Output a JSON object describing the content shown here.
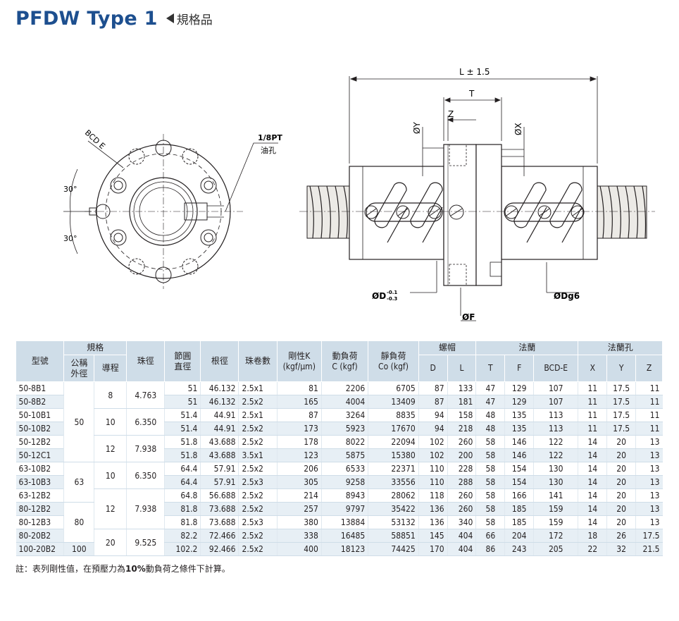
{
  "header": {
    "title": "PFDW Type 1",
    "subtitle": "規格品"
  },
  "drawing": {
    "labels": {
      "length": "L ± 1.5",
      "t": "T",
      "z": "Z",
      "y": "ØY",
      "x": "ØX",
      "bcd": "BCD E",
      "pt": "1/8PT",
      "oil": "油孔",
      "angle_top": "30°",
      "angle_bottom": "30°",
      "d": "ØD",
      "d_tol_upper": "-0.1",
      "d_tol_lower": "-0.3",
      "dg": "ØDg6",
      "f": "ØF"
    }
  },
  "table": {
    "headers": {
      "model": "型號",
      "spec": "規格",
      "nominal_od": "公稱\n外徑",
      "lead": "導程",
      "ball_dia": "珠徑",
      "pcd": "節圓\n直徑",
      "root_dia": "根徑",
      "circuits": "珠卷數",
      "stiffness": "剛性K\n(kgf/μm)",
      "dynamic": "動負荷\nC (kgf)",
      "static": "靜負荷\nCo (kgf)",
      "nut": "螺帽",
      "flange": "法蘭",
      "flange_hole": "法蘭孔",
      "d": "D",
      "l": "L",
      "t": "T",
      "f": "F",
      "bcd_e": "BCD-E",
      "x": "X",
      "y": "Y",
      "z": "Z"
    },
    "group_values": {
      "od_50": "50",
      "od_63": "63",
      "od_80": "80",
      "od_100": "100",
      "lead_8": "8",
      "lead_10a": "10",
      "lead_12a": "12",
      "lead_10b": "10",
      "lead_12b": "12",
      "lead_20": "20",
      "ball_4763": "4.763",
      "ball_6350a": "6.350",
      "ball_7938a": "7.938",
      "ball_6350b": "6.350",
      "ball_7938b": "7.938",
      "ball_9525": "9.525"
    },
    "rows": [
      {
        "model": "50-8B1",
        "pcd": "51",
        "root": "46.132",
        "circ": "2.5x1",
        "k": "81",
        "c": "2206",
        "co": "6705",
        "d": "87",
        "l": "133",
        "t": "47",
        "f": "129",
        "bcd": "107",
        "x": "11",
        "y": "17.5",
        "z": "11"
      },
      {
        "model": "50-8B2",
        "pcd": "51",
        "root": "46.132",
        "circ": "2.5x2",
        "k": "165",
        "c": "4004",
        "co": "13409",
        "d": "87",
        "l": "181",
        "t": "47",
        "f": "129",
        "bcd": "107",
        "x": "11",
        "y": "17.5",
        "z": "11"
      },
      {
        "model": "50-10B1",
        "pcd": "51.4",
        "root": "44.91",
        "circ": "2.5x1",
        "k": "87",
        "c": "3264",
        "co": "8835",
        "d": "94",
        "l": "158",
        "t": "48",
        "f": "135",
        "bcd": "113",
        "x": "11",
        "y": "17.5",
        "z": "11"
      },
      {
        "model": "50-10B2",
        "pcd": "51.4",
        "root": "44.91",
        "circ": "2.5x2",
        "k": "173",
        "c": "5923",
        "co": "17670",
        "d": "94",
        "l": "218",
        "t": "48",
        "f": "135",
        "bcd": "113",
        "x": "11",
        "y": "17.5",
        "z": "11"
      },
      {
        "model": "50-12B2",
        "pcd": "51.8",
        "root": "43.688",
        "circ": "2.5x2",
        "k": "178",
        "c": "8022",
        "co": "22094",
        "d": "102",
        "l": "260",
        "t": "58",
        "f": "146",
        "bcd": "122",
        "x": "14",
        "y": "20",
        "z": "13"
      },
      {
        "model": "50-12C1",
        "pcd": "51.8",
        "root": "43.688",
        "circ": "3.5x1",
        "k": "123",
        "c": "5875",
        "co": "15380",
        "d": "102",
        "l": "200",
        "t": "58",
        "f": "146",
        "bcd": "122",
        "x": "14",
        "y": "20",
        "z": "13"
      },
      {
        "model": "63-10B2",
        "pcd": "64.4",
        "root": "57.91",
        "circ": "2.5x2",
        "k": "206",
        "c": "6533",
        "co": "22371",
        "d": "110",
        "l": "228",
        "t": "58",
        "f": "154",
        "bcd": "130",
        "x": "14",
        "y": "20",
        "z": "13"
      },
      {
        "model": "63-10B3",
        "pcd": "64.4",
        "root": "57.91",
        "circ": "2.5x3",
        "k": "305",
        "c": "9258",
        "co": "33556",
        "d": "110",
        "l": "288",
        "t": "58",
        "f": "154",
        "bcd": "130",
        "x": "14",
        "y": "20",
        "z": "13"
      },
      {
        "model": "63-12B2",
        "pcd": "64.8",
        "root": "56.688",
        "circ": "2.5x2",
        "k": "214",
        "c": "8943",
        "co": "28062",
        "d": "118",
        "l": "260",
        "t": "58",
        "f": "166",
        "bcd": "141",
        "x": "14",
        "y": "20",
        "z": "13"
      },
      {
        "model": "80-12B2",
        "pcd": "81.8",
        "root": "73.688",
        "circ": "2.5x2",
        "k": "257",
        "c": "9797",
        "co": "35422",
        "d": "136",
        "l": "260",
        "t": "58",
        "f": "185",
        "bcd": "159",
        "x": "14",
        "y": "20",
        "z": "13"
      },
      {
        "model": "80-12B3",
        "pcd": "81.8",
        "root": "73.688",
        "circ": "2.5x3",
        "k": "380",
        "c": "13884",
        "co": "53132",
        "d": "136",
        "l": "340",
        "t": "58",
        "f": "185",
        "bcd": "159",
        "x": "14",
        "y": "20",
        "z": "13"
      },
      {
        "model": "80-20B2",
        "pcd": "82.2",
        "root": "72.466",
        "circ": "2.5x2",
        "k": "338",
        "c": "16485",
        "co": "58851",
        "d": "145",
        "l": "404",
        "t": "66",
        "f": "204",
        "bcd": "172",
        "x": "18",
        "y": "26",
        "z": "17.5"
      },
      {
        "model": "100-20B2",
        "pcd": "102.2",
        "root": "92.466",
        "circ": "2.5x2",
        "k": "400",
        "c": "18123",
        "co": "74425",
        "d": "170",
        "l": "404",
        "t": "86",
        "f": "243",
        "bcd": "205",
        "x": "22",
        "y": "32",
        "z": "21.5"
      }
    ]
  },
  "note": {
    "prefix": "註：表列剛性值，在預壓力為",
    "bold": "10%",
    "suffix": "動負荷之條件下計算。"
  }
}
